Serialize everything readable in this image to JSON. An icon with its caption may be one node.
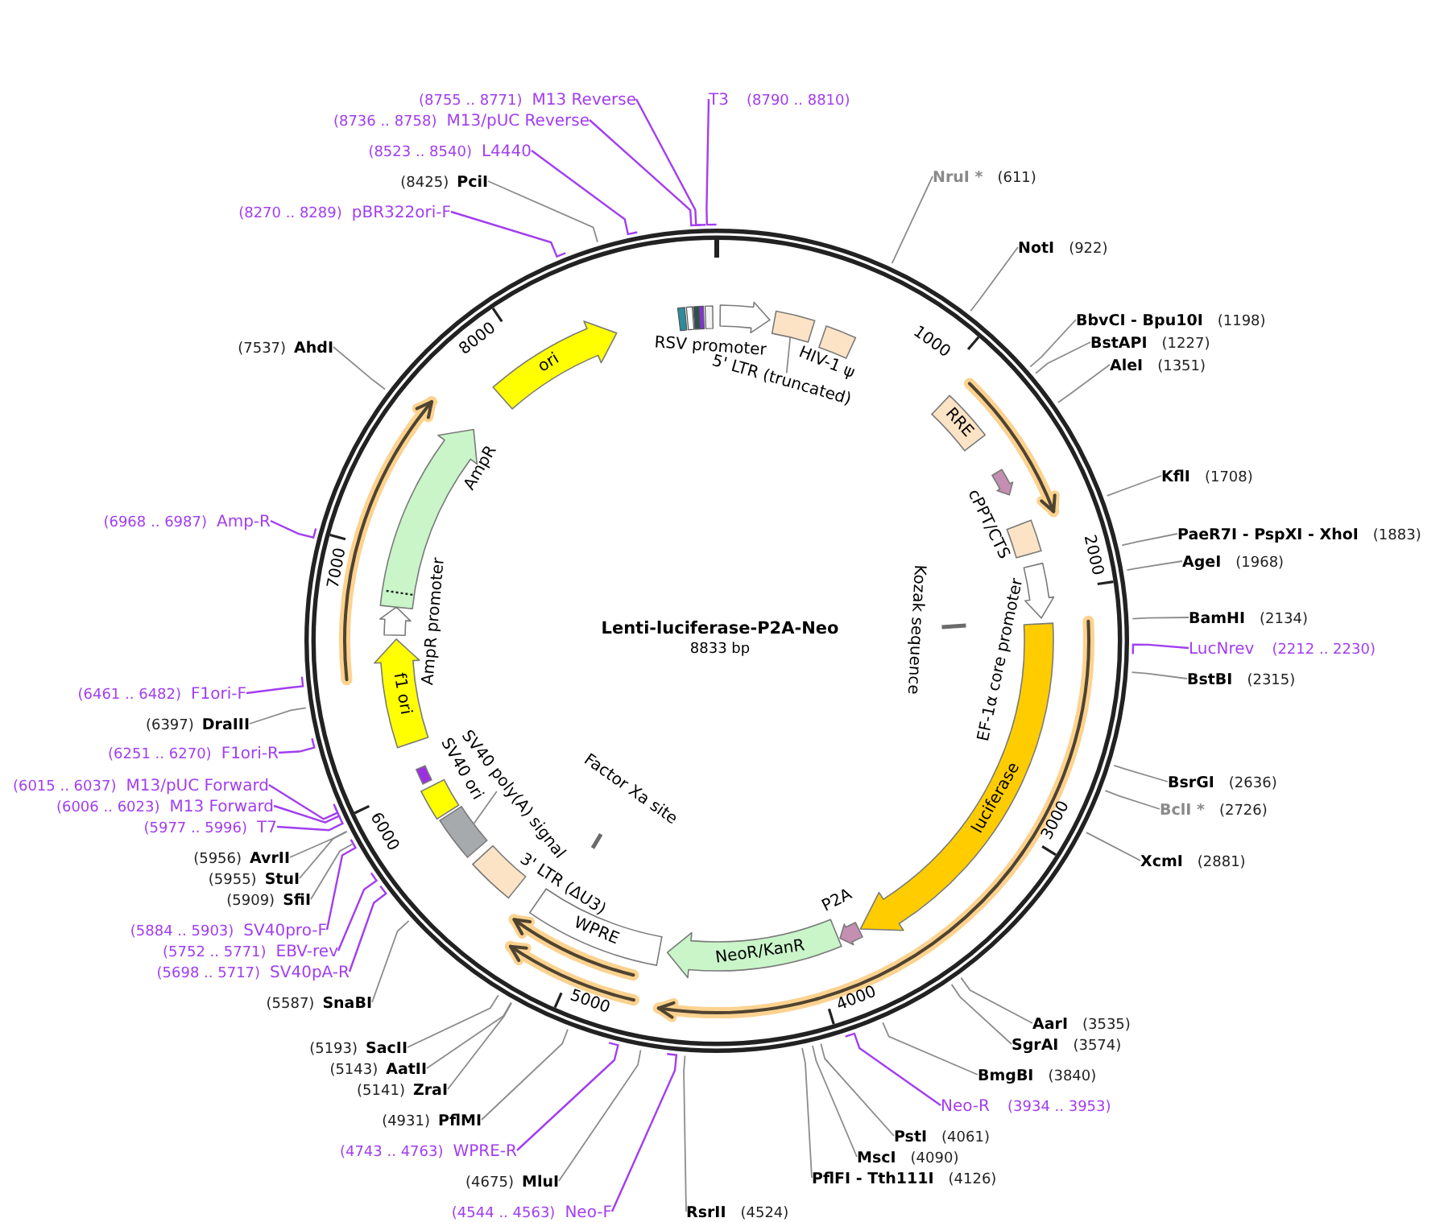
{
  "diagram": {
    "title": "Lenti-luciferase-P2A-Neo",
    "nodes": [
      {
        "text": [
          "NruI *",
          "(611)"
        ]
      },
      {
        "text": [
          "NotI",
          "(922)"
        ]
      },
      {
        "text": [
          "BbvCI - Bpu10I",
          "(1198)"
        ]
      },
      {
        "text": [
          "BstAPI",
          "(1227)"
        ]
      },
      {
        "text": [
          "AleI",
          "(1351)"
        ]
      },
      {
        "text": [
          "KflI",
          "(1708)"
        ]
      },
      {
        "text": [
          "PaeR7I - PspXI - XhoI",
          "(1883)"
        ]
      },
      {
        "text": [
          "AgeI",
          "(1968)"
        ]
      },
      {
        "text": [
          "BamHI",
          "(2134)"
        ]
      },
      {
        "text": [
          "LucNrev",
          "(2212 .. 2230)"
        ]
      },
      {
        "text": [
          "BstBI",
          "(2315)"
        ]
      },
      {
        "text": [
          "BsrGI",
          "(2636)"
        ]
      },
      {
        "text": [
          "BclI *",
          "(2726)"
        ]
      },
      {
        "text": [
          "XcmI",
          "(2881)"
        ]
      },
      {
        "text": [
          "AarI",
          "(3535)"
        ]
      },
      {
        "text": [
          "SgrAI",
          "(3574)"
        ]
      },
      {
        "text": [
          "BmgBI",
          "(3840)"
        ]
      },
      {
        "text": [
          "Neo-R",
          "(3934 .. 3953)"
        ]
      },
      {
        "text": [
          "PstI",
          "(4061)"
        ]
      },
      {
        "text": [
          "MscI",
          "(4090)"
        ]
      },
      {
        "text": [
          "PflFI - Tth111I",
          "(4126)"
        ]
      },
      {
        "text": [
          "RsrII",
          "(4524)"
        ]
      },
      {
        "text": [
          "(4544 .. 4563)",
          "Neo-F"
        ]
      },
      {
        "text": [
          "(4675)",
          "MluI"
        ]
      },
      {
        "text": [
          "(4743 .. 4763)",
          "WPRE-R"
        ]
      },
      {
        "text": [
          "(4931)",
          "PflMI"
        ]
      },
      {
        "text": [
          "(5141)",
          "ZraI"
        ]
      },
      {
        "text": [
          "(5143)",
          "AatII"
        ]
      },
      {
        "text": [
          "(5193)",
          "SacII"
        ]
      },
      {
        "text": [
          "(5587)",
          "SnaBI"
        ]
      },
      {
        "text": [
          "(5698 .. 5717)",
          "SV40pA-R"
        ]
      },
      {
        "text": [
          "(5752 .. 5771)",
          "EBV-rev"
        ]
      },
      {
        "text": [
          "(5884 .. 5903)",
          "SV40pro-F"
        ]
      },
      {
        "text": [
          "(5909)",
          "SfiI"
        ]
      },
      {
        "text": [
          "(5955)",
          "StuI"
        ]
      },
      {
        "text": [
          "(5956)",
          "AvrII"
        ]
      },
      {
        "text": [
          "(5977 .. 5996)",
          "T7"
        ]
      },
      {
        "text": [
          "(6006 .. 6023)",
          "M13 Forward"
        ]
      },
      {
        "text": [
          "(6015 .. 6037)",
          "M13/pUC Forward"
        ]
      },
      {
        "text": [
          "(6251 .. 6270)",
          "F1ori-R"
        ]
      },
      {
        "text": [
          "(6397)",
          "DraIII"
        ]
      },
      {
        "text": [
          "(6461 .. 6482)",
          "F1ori-F"
        ]
      },
      {
        "text": [
          "(6968 .. 6987)",
          "Amp-R"
        ]
      },
      {
        "text": [
          "(7537)",
          "AhdI"
        ]
      },
      {
        "text": [
          "(8270 .. 8289)",
          "pBR322ori-F"
        ]
      },
      {
        "text": [
          "(8425)",
          "PciI"
        ]
      },
      {
        "text": [
          "(8523 .. 8540)",
          "L4440"
        ]
      },
      {
        "text": [
          "(8736 .. 8758)",
          "M13/pUC Reverse"
        ]
      },
      {
        "text": [
          "(8755 .. 8771)",
          "M13 Reverse"
        ]
      },
      {
        "text": [
          "T3",
          "(8790 .. 8810)"
        ]
      },
      {
        "text": [],
        "shape": "box"
      },
      {
        "text": [],
        "shape": "arrow",
        "beside": [
          "RSV promoter"
        ]
      },
      {
        "text": [],
        "shape": "box"
      },
      {
        "text": [
          "5' LTR (truncated)"
        ]
      },
      {
        "text": [],
        "shape": "box",
        "beside": [
          "HIV-1 ψ"
        ]
      },
      {
        "text": [
          "RRE"
        ]
      },
      {
        "text": [],
        "shape": "arrow"
      },
      {
        "text": [],
        "shape": "box",
        "beside": [
          "cPPT/CTS"
        ]
      },
      {
        "text": [],
        "shape": "arrow",
        "beside": [
          "EF-1α core promoter"
        ]
      },
      {
        "text": [],
        "shape": "bar"
      },
      {
        "text": [
          "luciferase"
        ]
      },
      {
        "text": [],
        "shape": "arrow",
        "beside": [
          "P2A"
        ]
      },
      {
        "text": [
          "NeoR/KanR"
        ]
      },
      {
        "text": [
          "WPRE"
        ]
      },
      {
        "text": [],
        "shape": "bar",
        "beside": [
          "Factor Xa site"
        ]
      },
      {
        "text": [],
        "shape": "box",
        "beside": [
          "3' LTR (ΔU3)"
        ]
      },
      {
        "text": [],
        "shape": "box"
      },
      {
        "text": [
          "SV40 poly(A) signal"
        ]
      },
      {
        "text": [],
        "shape": "box",
        "beside": [
          "SV40 ori"
        ]
      },
      {
        "text": [],
        "shape": "box"
      },
      {
        "text": [
          "f1 ori"
        ]
      },
      {
        "text": [],
        "shape": "arrow"
      },
      {
        "text": [],
        "shape": "arrow",
        "beside": [
          "AmpR"
        ]
      },
      {
        "text": [
          "ori"
        ]
      }
    ],
    "edges": [
      {
        "from": 0,
        "to": null,
        "arrow": "none"
      },
      {
        "from": 1,
        "to": null,
        "arrow": "none"
      },
      {
        "from": 2,
        "to": null,
        "arrow": "none"
      },
      {
        "from": 3,
        "to": null,
        "arrow": "none"
      },
      {
        "from": 4,
        "to": null,
        "arrow": "none"
      },
      {
        "from": 5,
        "to": null,
        "arrow": "none"
      },
      {
        "from": 6,
        "to": null,
        "arrow": "none"
      },
      {
        "from": 7,
        "to": null,
        "arrow": "none"
      },
      {
        "from": 8,
        "to": null,
        "arrow": "none"
      },
      {
        "from": 9,
        "to": null,
        "arrow": "none",
        "color": "#a23ef0"
      },
      {
        "from": 10,
        "to": null,
        "arrow": "none"
      },
      {
        "from": 11,
        "to": null,
        "arrow": "none"
      },
      {
        "from": 12,
        "to": null,
        "arrow": "none"
      },
      {
        "from": 13,
        "to": null,
        "arrow": "none"
      },
      {
        "from": 14,
        "to": null,
        "arrow": "none"
      },
      {
        "from": 15,
        "to": null,
        "arrow": "none"
      },
      {
        "from": 16,
        "to": null,
        "arrow": "none"
      },
      {
        "from": 17,
        "to": null,
        "arrow": "none",
        "color": "#a23ef0"
      },
      {
        "from": 18,
        "to": null,
        "arrow": "none"
      },
      {
        "from": 19,
        "to": null,
        "arrow": "none"
      },
      {
        "from": 20,
        "to": null,
        "arrow": "none"
      },
      {
        "from": 21,
        "to": null,
        "arrow": "none"
      },
      {
        "from": 22,
        "to": null,
        "arrow": "none",
        "color": "#a23ef0"
      },
      {
        "from": 23,
        "to": null,
        "arrow": "none"
      },
      {
        "from": 24,
        "to": null,
        "arrow": "none",
        "color": "#a23ef0"
      },
      {
        "from": 25,
        "to": null,
        "arrow": "none"
      },
      {
        "from": 26,
        "to": null,
        "arrow": "none"
      },
      {
        "from": 27,
        "to": null,
        "arrow": "none"
      },
      {
        "from": 28,
        "to": null,
        "arrow": "none"
      },
      {
        "from": 29,
        "to": null,
        "arrow": "none"
      },
      {
        "from": 30,
        "to": null,
        "arrow": "none",
        "color": "#a23ef0"
      },
      {
        "from": 31,
        "to": null,
        "arrow": "none",
        "color": "#a23ef0"
      },
      {
        "from": 32,
        "to": null,
        "arrow": "none",
        "color": "#a23ef0"
      },
      {
        "from": 33,
        "to": null,
        "arrow": "none"
      },
      {
        "from": 34,
        "to": null,
        "arrow": "none"
      },
      {
        "from": 35,
        "to": null,
        "arrow": "none"
      },
      {
        "from": 36,
        "to": null,
        "arrow": "none",
        "color": "#a23ef0"
      },
      {
        "from": 37,
        "to": null,
        "arrow": "none",
        "color": "#a23ef0"
      },
      {
        "from": 38,
        "to": null,
        "arrow": "none",
        "color": "#a23ef0"
      },
      {
        "from": 39,
        "to": null,
        "arrow": "none",
        "color": "#a23ef0"
      },
      {
        "from": 40,
        "to": null,
        "arrow": "none"
      },
      {
        "from": 41,
        "to": null,
        "arrow": "none",
        "color": "#a23ef0"
      },
      {
        "from": 42,
        "to": null,
        "arrow": "none",
        "color": "#a23ef0"
      },
      {
        "from": 43,
        "to": null,
        "arrow": "none"
      },
      {
        "from": 44,
        "to": null,
        "arrow": "none",
        "color": "#a23ef0"
      },
      {
        "from": 45,
        "to": null,
        "arrow": "none"
      },
      {
        "from": 46,
        "to": null,
        "arrow": "none",
        "color": "#a23ef0"
      },
      {
        "from": 47,
        "to": null,
        "arrow": "none",
        "color": "#a23ef0"
      },
      {
        "from": 48,
        "to": null,
        "arrow": "none",
        "color": "#a23ef0"
      },
      {
        "from": 49,
        "to": null,
        "arrow": "none",
        "color": "#a23ef0"
      },
      {
        "from": 53,
        "to": 52,
        "arrow": "none"
      },
      {
        "from": 67,
        "to": 66,
        "arrow": "none"
      }
    ],
    "labels": [
      "8833 bp",
      "1000",
      "2000",
      "3000",
      "4000",
      "5000",
      "6000",
      "7000",
      "8000",
      "Kozak sequence",
      "AmpR promoter"
    ]
  }
}
